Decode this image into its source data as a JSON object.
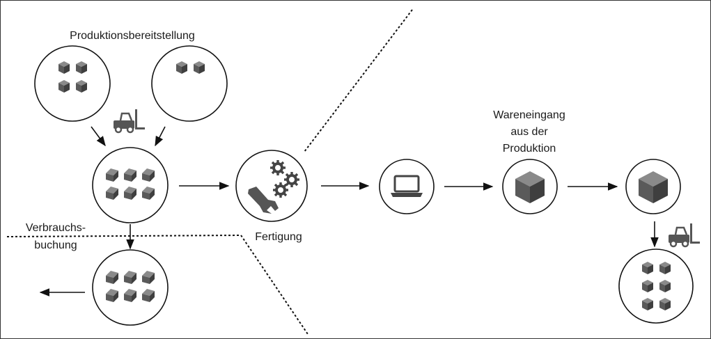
{
  "labels": {
    "provision": "Produktionsbereitstellung",
    "consumption_line1": "Verbrauchs-",
    "consumption_line2": "buchung",
    "manufacturing": "Fertigung",
    "receipt_line1": "Wareneingang",
    "receipt_line2": "aus der",
    "receipt_line3": "Produktion"
  },
  "nodes": [
    {
      "id": "source-stock-a",
      "icon": "boxes-4-icon"
    },
    {
      "id": "source-stock-b",
      "icon": "boxes-2-icon"
    },
    {
      "id": "staging-stock",
      "icon": "boxes-6-icon"
    },
    {
      "id": "consumed-stock",
      "icon": "boxes-6-icon"
    },
    {
      "id": "manufacturing",
      "icon": "tools-gears-icon"
    },
    {
      "id": "system",
      "icon": "laptop-icon"
    },
    {
      "id": "goods-receipt",
      "icon": "cube-icon"
    },
    {
      "id": "finished-goods",
      "icon": "cube-icon"
    },
    {
      "id": "warehouse-stock",
      "icon": "boxes-6-icon"
    }
  ],
  "colors": {
    "line": "#111111",
    "icon_fill": "#555555",
    "icon_light": "#888888"
  }
}
